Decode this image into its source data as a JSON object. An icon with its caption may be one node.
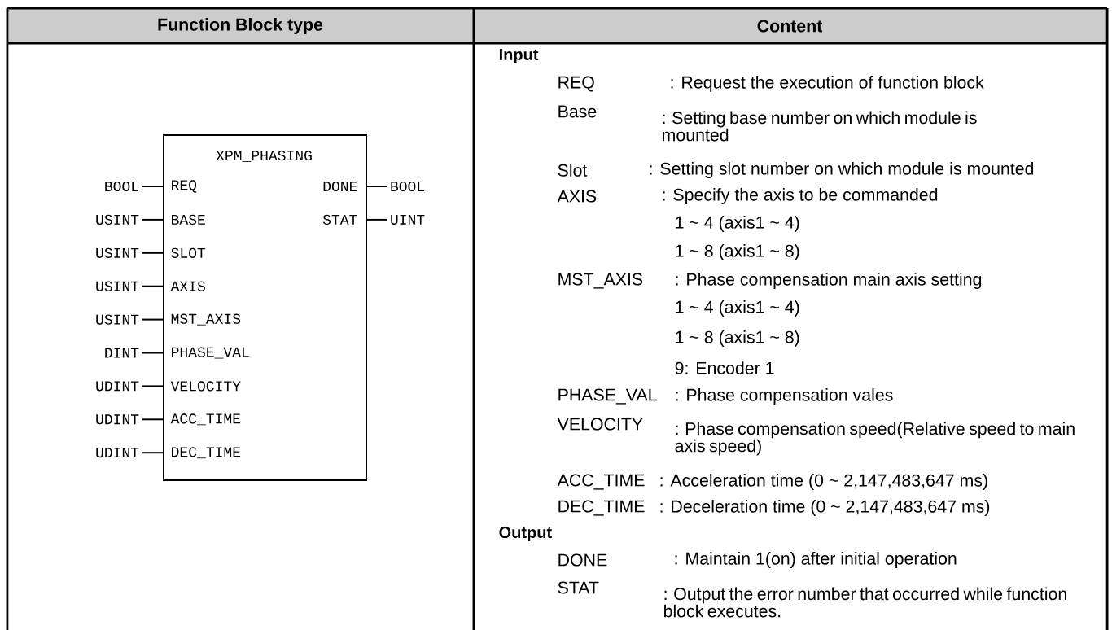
{
  "diagram": {
    "nodes": [
      {
        "text": [
          "XPM_PHASING",
          "REQ",
          "BASE",
          "SLOT",
          "AXIS",
          "MST_AXIS",
          "PHASE_VAL",
          "VELOCITY",
          "ACC_TIME",
          "DEC_TIME",
          "DONE",
          "STAT"
        ]
      },
      {
        "text": [
          "BOOL"
        ]
      },
      {
        "text": [
          "USINT"
        ]
      },
      {
        "text": [
          "USINT"
        ]
      },
      {
        "text": [
          "USINT"
        ]
      },
      {
        "text": [
          "USINT"
        ]
      },
      {
        "text": [
          "DINT"
        ]
      },
      {
        "text": [
          "UDINT"
        ]
      },
      {
        "text": [
          "UDINT"
        ]
      },
      {
        "text": [
          "UDINT"
        ]
      },
      {
        "text": [
          "BOOL"
        ]
      },
      {
        "text": [
          "UINT"
        ]
      }
    ],
    "edges": [
      {
        "from": 1,
        "to": 0,
        "arrow": "none"
      },
      {
        "from": 2,
        "to": 0,
        "arrow": "none"
      },
      {
        "from": 3,
        "to": 0,
        "arrow": "none"
      },
      {
        "from": 4,
        "to": 0,
        "arrow": "none"
      },
      {
        "from": 5,
        "to": 0,
        "arrow": "none"
      },
      {
        "from": 6,
        "to": 0,
        "arrow": "none"
      },
      {
        "from": 7,
        "to": 0,
        "arrow": "none"
      },
      {
        "from": 8,
        "to": 0,
        "arrow": "none"
      },
      {
        "from": 9,
        "to": 0,
        "arrow": "none"
      },
      {
        "from": 0,
        "to": 10,
        "arrow": "none"
      },
      {
        "from": 0,
        "to": 11,
        "arrow": "none"
      }
    ],
    "labels": [
      "Function Block type",
      "Content",
      "Input",
      "REQ",
      ": Request the execution of function block",
      "Base",
      ": Setting base number on which module is mounted",
      "Slot",
      ": Setting slot number on which module is mounted",
      "AXIS",
      ": Specify the axis to be commanded",
      "1 ~ 4 (axis1 ~ 4)",
      "1 ~ 8 (axis1 ~ 8)",
      "MST_AXIS",
      ": Phase compensation main axis setting",
      "1 ~ 4 (axis1 ~ 4)",
      "1 ~ 8 (axis1 ~ 8)",
      "9: Encoder 1",
      "PHASE_VAL",
      ": Phase compensation vales",
      "VELOCITY",
      ": Phase compensation speed(Relative speed to main axis speed)",
      "ACC_TIME",
      ": Acceleration time (0 ~ 2,147,483,647 ms)",
      "DEC_TIME",
      ": Deceleration time (0 ~ 2,147,483,647 ms)",
      "Output",
      "DONE",
      ": Maintain 1(on) after initial operation",
      "STAT",
      ": Output the error number that occurred while function block executes."
    ]
  }
}
